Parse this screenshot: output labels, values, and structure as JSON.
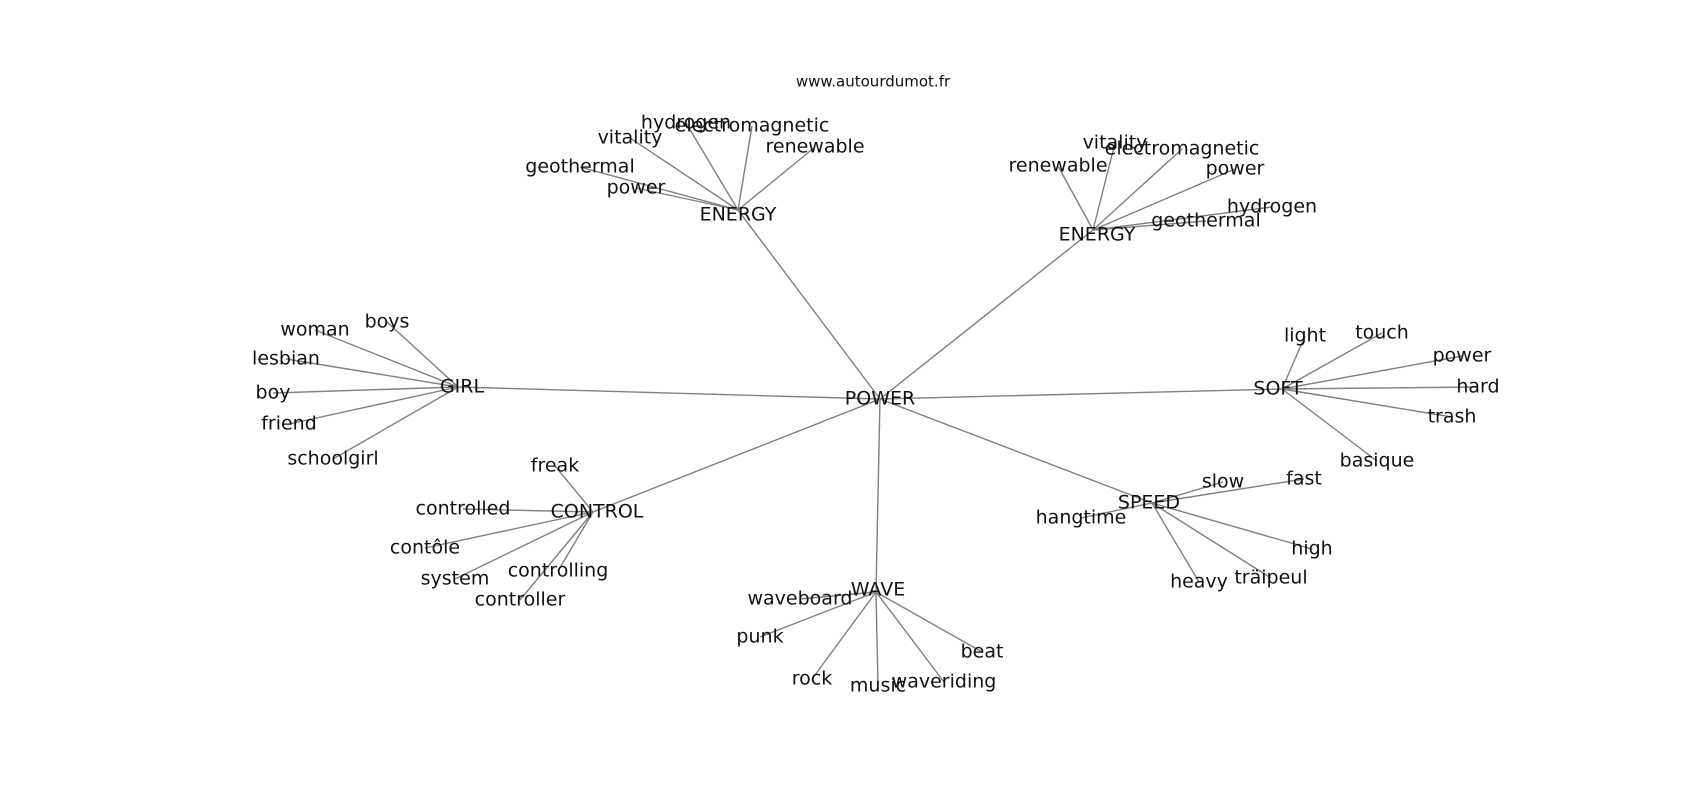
{
  "watermark": "www.autourdumot.fr",
  "center": "POWER",
  "clusters": [
    {
      "hub": "ENERGY",
      "words": [
        "hydrogen",
        "electromagnetic",
        "vitality",
        "renewable",
        "geothermal",
        "power"
      ]
    },
    {
      "hub": "ENERGY",
      "words": [
        "vitality",
        "electromagnetic",
        "renewable",
        "power",
        "hydrogen",
        "geothermal"
      ]
    },
    {
      "hub": "GIRL",
      "words": [
        "boys",
        "woman",
        "lesbian",
        "boy",
        "friend",
        "schoolgirl"
      ]
    },
    {
      "hub": "SOFT",
      "words": [
        "light",
        "touch",
        "power",
        "hard",
        "trash",
        "basique"
      ]
    },
    {
      "hub": "CONTROL",
      "words": [
        "freak",
        "controlled",
        "contôle",
        "system",
        "controlling",
        "controller"
      ]
    },
    {
      "hub": "SPEED",
      "words": [
        "slow",
        "fast",
        "hangtime",
        "high",
        "heavy",
        "träipeul"
      ]
    },
    {
      "hub": "WAVE",
      "words": [
        "waveboard",
        "punk",
        "rock",
        "music",
        "waveriding",
        "beat"
      ]
    }
  ],
  "colors": {
    "edge": "#808080",
    "text": "#111111",
    "background": "#ffffff"
  }
}
